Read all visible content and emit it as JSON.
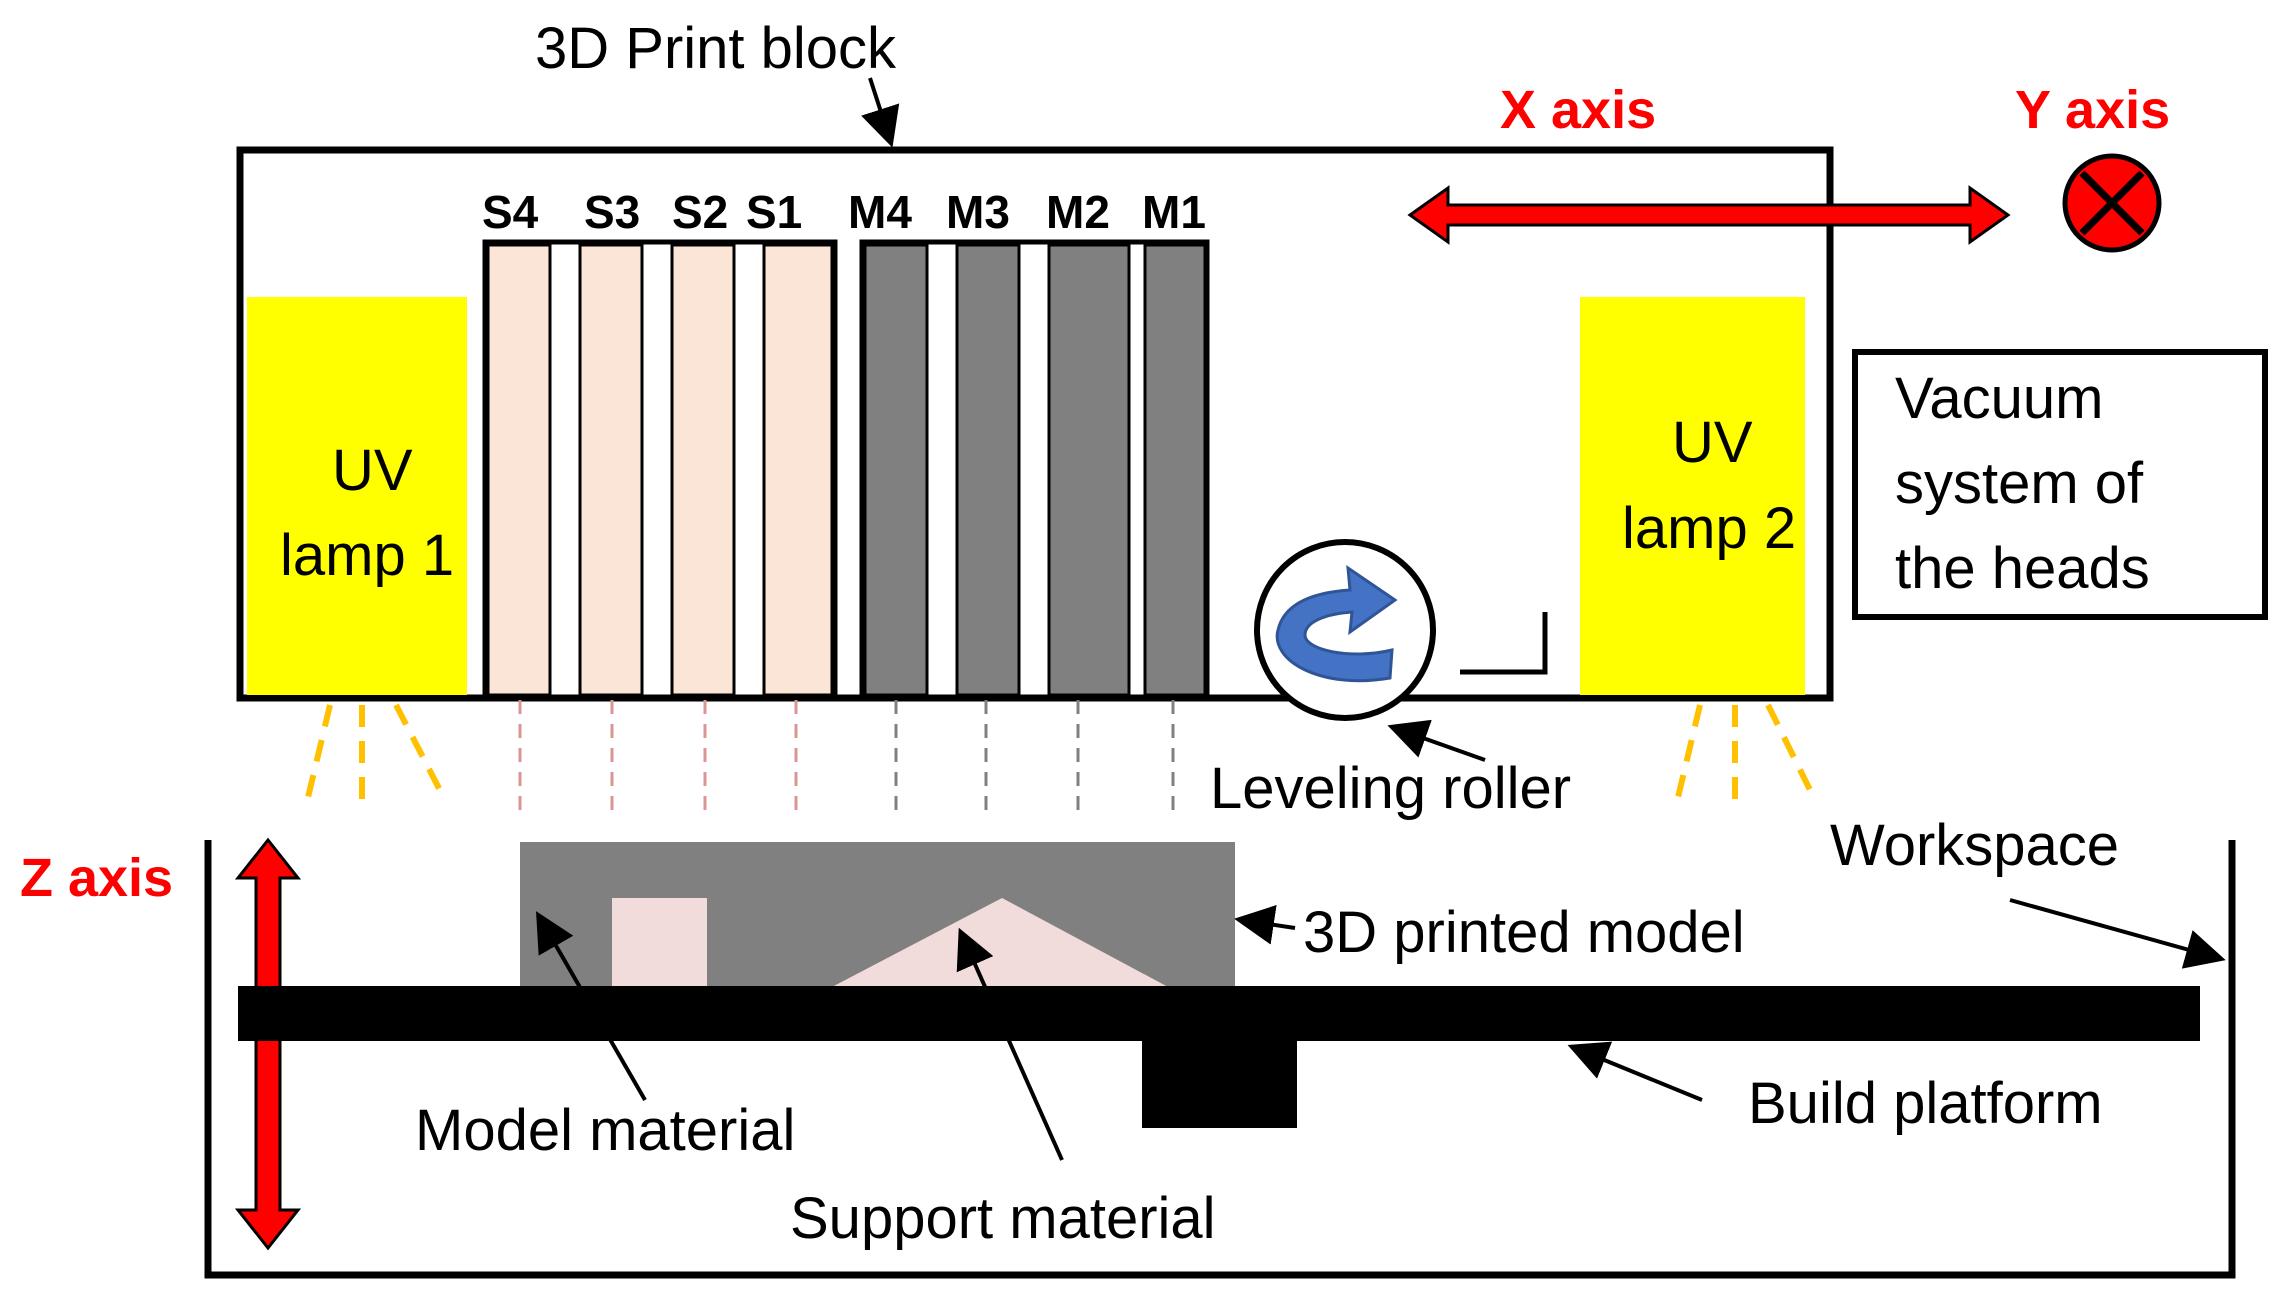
{
  "labels": {
    "print_block": "3D Print block",
    "x_axis": "X axis",
    "y_axis": "Y axis",
    "z_axis": "Z axis",
    "uv_lamp_1": [
      "UV",
      "lamp 1"
    ],
    "uv_lamp_2": [
      "UV",
      "lamp 2"
    ],
    "vacuum": [
      "Vacuum",
      "system of",
      "the heads"
    ],
    "leveling_roller": "Leveling roller",
    "workspace": "Workspace",
    "printed_model": "3D printed model",
    "model_material": "Model material",
    "support_material": "Support material",
    "build_platform": "Build platform"
  },
  "support_heads": [
    "S4",
    "S3",
    "S2",
    "S1"
  ],
  "model_heads": [
    "M4",
    "M3",
    "M2",
    "M1"
  ],
  "colors": {
    "uv_lamp": "#ffff00",
    "support_head": "#fbe5d6",
    "model_head": "#808080",
    "axis_arrow": "#ff0000",
    "roller_arrow": "#4472c4",
    "light_rays": "#ffc000",
    "support_material": "#f2dcdb",
    "platform": "#000000"
  }
}
